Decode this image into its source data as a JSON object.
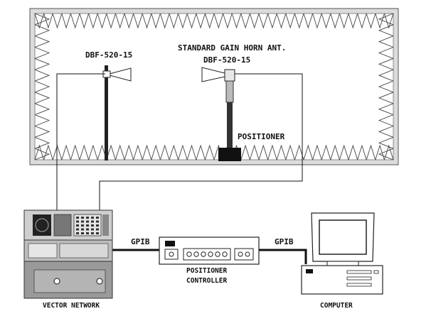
{
  "chamber": {
    "left_antenna_label": "DBF-520-15",
    "reference_title": "STANDARD GAIN HORN ANT.",
    "reference_model": "DBF-520-15",
    "positioner_label": "POSITIONER"
  },
  "equipment": {
    "network_analyzer_label": "VECTOR NETWORK",
    "controller_label_line1": "POSITIONER",
    "controller_label_line2": "CONTROLLER",
    "computer_label": "COMPUTER"
  },
  "links": {
    "gpib_left": "GPIB",
    "gpib_right": "GPIB"
  }
}
